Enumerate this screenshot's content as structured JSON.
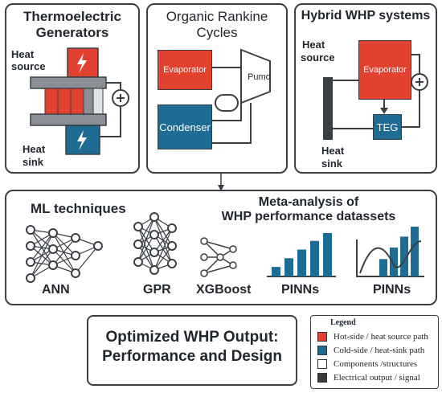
{
  "panels": {
    "teg": {
      "title_line1": "Thermoelectric",
      "title_line2": "Generators",
      "heat_source_line1": "Heat",
      "heat_source_line2": "source",
      "heat_sink_line1": "Heat",
      "heat_sink_line2": "sink"
    },
    "orc": {
      "title_line1": "Organic Rankine",
      "title_line2": "Cycles",
      "evaporator": "Evaporator",
      "condenser": "Condenser",
      "pump": "Pumo"
    },
    "hybrid": {
      "title": "Hybrid WHP systems",
      "heat_source_line1": "Heat",
      "heat_source_line2": "source",
      "evaporator": "Evaporator",
      "teg": "TEG",
      "heat_sink_line1": "Heat",
      "heat_sink_line2": "sink"
    }
  },
  "ml": {
    "title": "ML techniques",
    "meta_line1": "Meta-analysis of",
    "meta_line2": "WHP performance datassets",
    "labels": [
      "ANN",
      "GPR",
      "XGBoost",
      "PINNs",
      "PINNs"
    ]
  },
  "output": {
    "line1": "Optimized WHP Output:",
    "line2": "Performance and Design"
  },
  "legend": {
    "title": "Legend",
    "items": [
      {
        "label": "Hot-side / heat source path",
        "color": "#e2412f"
      },
      {
        "label": "Cold-side / heat-sink path",
        "color": "#1e6b93"
      },
      {
        "label": "Components /structures",
        "color": "#ffffff"
      },
      {
        "label": "Electrical output / signal",
        "color": "#3a3a3a"
      }
    ]
  },
  "colors": {
    "hot": "#e2412f",
    "cold": "#1e6b93",
    "structure": "#8a8f95",
    "dark": "#3a3f45"
  },
  "icons": {
    "lightning": "lightning-icon",
    "plus": "plus-circle-icon"
  }
}
